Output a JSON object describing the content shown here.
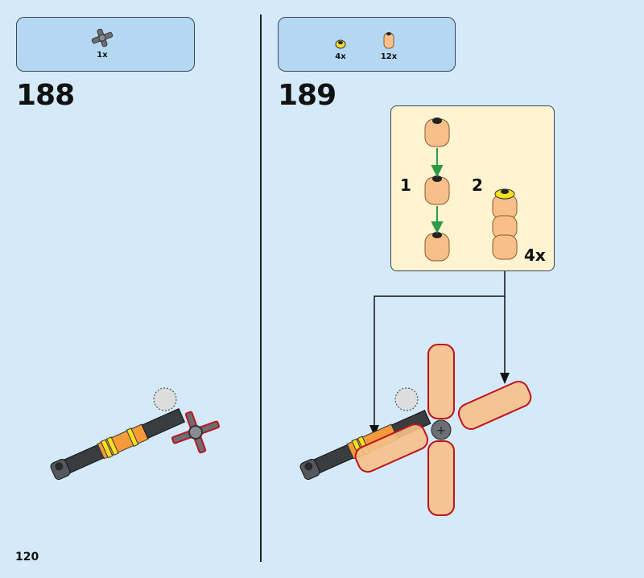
{
  "steps": [
    {
      "number": "188",
      "parts": [
        {
          "name": "technic-cross-connector",
          "qty": "1x"
        }
      ]
    },
    {
      "number": "189",
      "parts": [
        {
          "name": "yellow-round-plate",
          "qty": "4x"
        },
        {
          "name": "trans-orange-round-brick",
          "qty": "12x"
        }
      ],
      "substeps": [
        {
          "number": "1"
        },
        {
          "number": "2",
          "multiplier": "4x"
        }
      ]
    }
  ],
  "page_number": "120",
  "colors": {
    "background": "#d5eaf9",
    "parts_box": "#b4d7f2",
    "substep_box": "#fff3d0",
    "trans_orange": "#f7b36b",
    "yellow": "#f5e020",
    "arrow_green": "#2e9a48",
    "highlight": "#c0141c"
  }
}
